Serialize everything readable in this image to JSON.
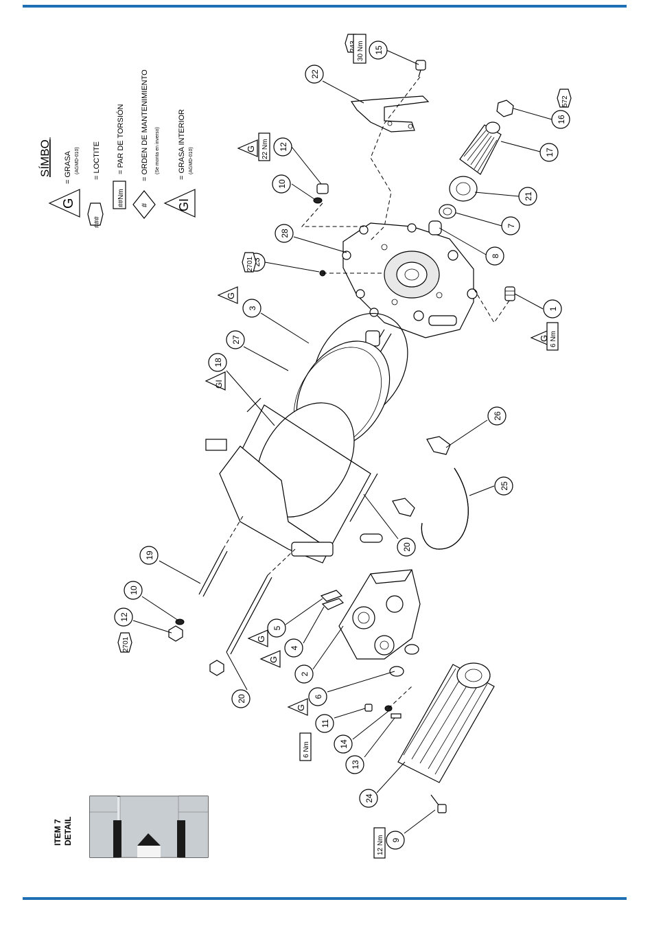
{
  "colors": {
    "rule": "#1f6fb5",
    "detail_fill": "#c8cdd2",
    "detail_bg": "#e6e9ec",
    "detail_dark": "#1a1a1a"
  },
  "legend": {
    "title": "SÍMBO",
    "entries": [
      {
        "symbol": "G",
        "label": "= GRASA",
        "note": "(AGMD-010)"
      },
      {
        "symbol": "###",
        "label": "= LOCTITE",
        "note": ""
      },
      {
        "symbol": "##Nm",
        "label": "= PAR DE TORSIÓN",
        "note": ""
      },
      {
        "symbol": "#",
        "label": "= ORDEN DE MANTENIMIENTO",
        "note": "(Se monta en inverso)"
      },
      {
        "symbol": "GI",
        "label": "= GRASA INTERIOR",
        "note": "(AGMD-010)"
      }
    ]
  },
  "detail": {
    "line1": "ITEM 7",
    "line2": "DETAIL"
  },
  "balloons": [
    {
      "n": "15"
    },
    {
      "n": "22"
    },
    {
      "n": "12"
    },
    {
      "n": "10"
    },
    {
      "n": "28"
    },
    {
      "n": "16"
    },
    {
      "n": "17"
    },
    {
      "n": "21"
    },
    {
      "n": "7"
    },
    {
      "n": "8"
    },
    {
      "n": "23"
    },
    {
      "n": "3"
    },
    {
      "n": "27"
    },
    {
      "n": "18"
    },
    {
      "n": "1"
    },
    {
      "n": "26"
    },
    {
      "n": "25"
    },
    {
      "n": "20"
    },
    {
      "n": "19"
    },
    {
      "n": "10"
    },
    {
      "n": "12"
    },
    {
      "n": "5"
    },
    {
      "n": "4"
    },
    {
      "n": "2"
    },
    {
      "n": "6"
    },
    {
      "n": "20"
    },
    {
      "n": "11"
    },
    {
      "n": "14"
    },
    {
      "n": "13"
    },
    {
      "n": "24"
    },
    {
      "n": "9"
    }
  ],
  "callouts": {
    "c243": "243",
    "c30nm": "30 Nm",
    "c572": "572",
    "c22nm": "22 Nm",
    "c2701a": "2701",
    "c6nm_a": "6 Nm",
    "c2701b": "2701",
    "c6nm_b": "6 Nm",
    "c12nm": "12 Nm",
    "g": "G",
    "gi": "GI"
  }
}
